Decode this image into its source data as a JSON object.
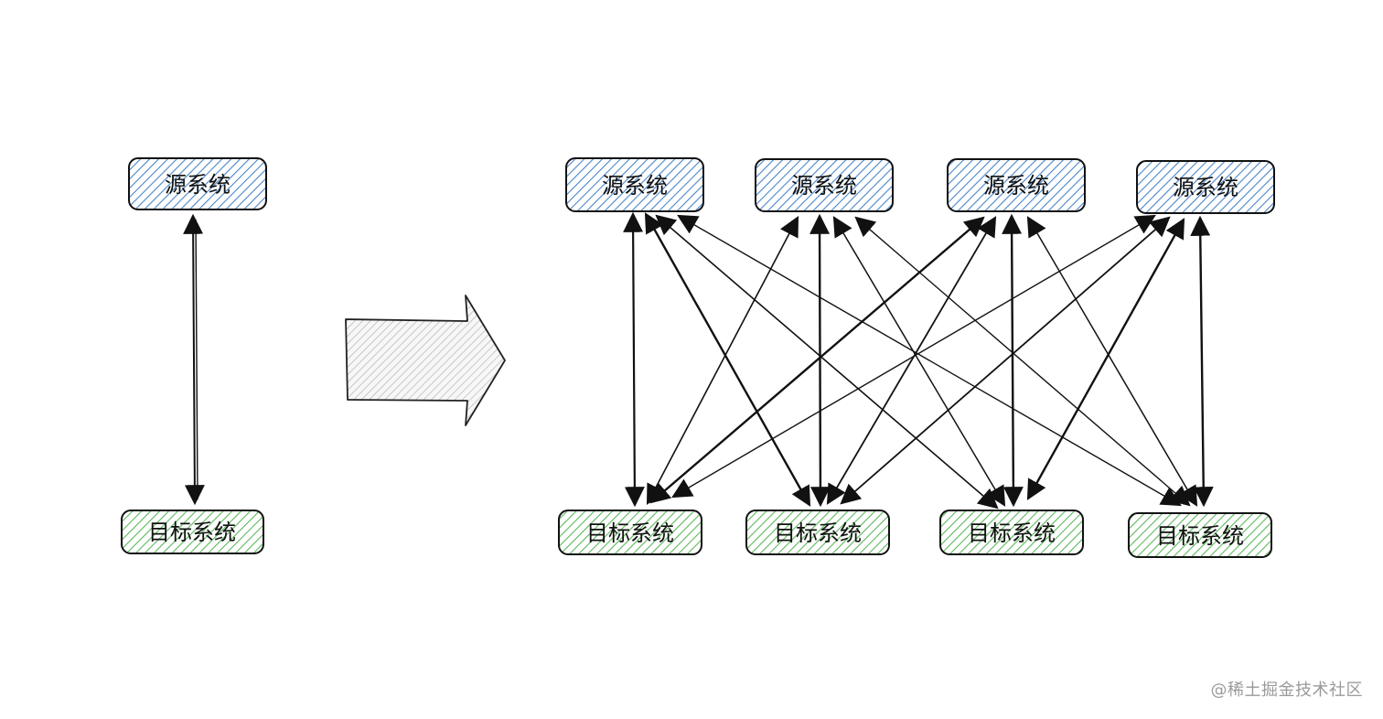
{
  "diagram": {
    "source_label": "源系统",
    "target_label": "目标系统",
    "colors": {
      "source_fill": "#4a86c8",
      "target_fill": "#5cb85c",
      "arrow_fill": "#b9b9b9",
      "stroke": "#111111"
    }
  },
  "watermark": "@稀土掘金技术社区"
}
